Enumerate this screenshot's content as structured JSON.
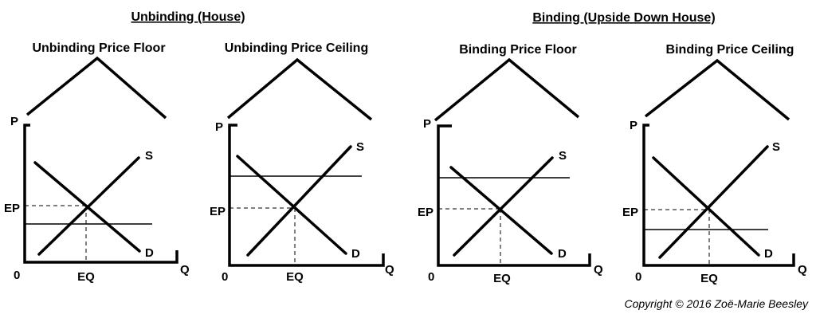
{
  "groups": [
    {
      "title": "Unbinding (House)"
    },
    {
      "title": "Binding (Upside Down House)"
    }
  ],
  "panels": [
    {
      "title": "Unbinding Price Floor",
      "control": "floor"
    },
    {
      "title": "Unbinding Price Ceiling",
      "control": "ceiling"
    },
    {
      "title": "Binding Price Floor",
      "control": "floor"
    },
    {
      "title": "Binding Price Ceiling",
      "control": "ceiling"
    }
  ],
  "axis_labels": {
    "price": "P",
    "quantity": "Q",
    "origin": "0",
    "equilibrium_price": "EP",
    "equilibrium_quantity": "EQ",
    "supply": "S",
    "demand": "D"
  },
  "copyright": "Copyright © 2016 Zoë-Marie Beesley"
}
